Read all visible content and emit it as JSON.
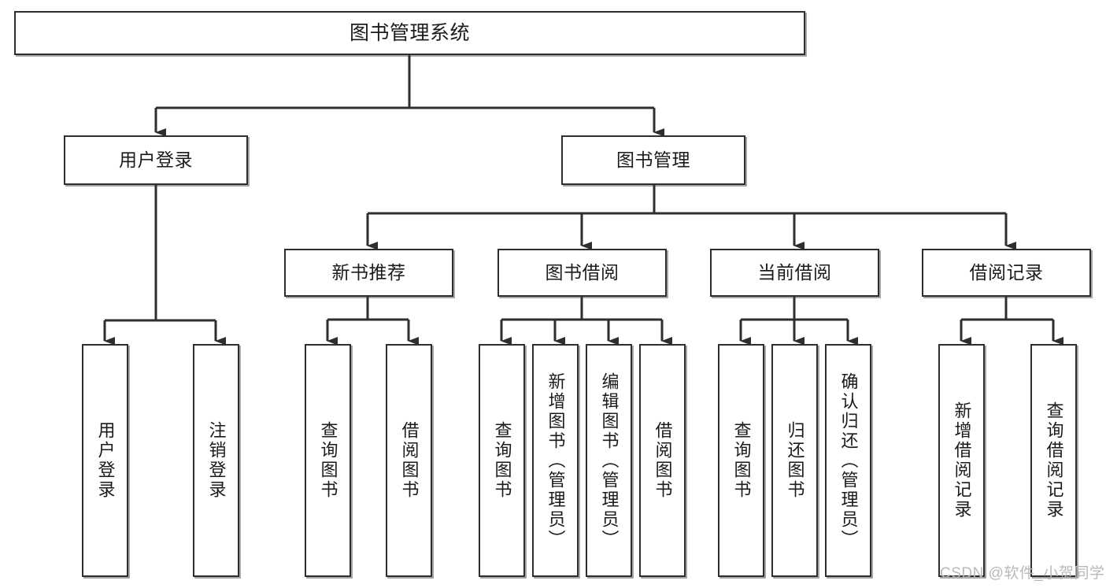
{
  "diagram": {
    "title": "图书管理系统",
    "type": "tree-hierarchy-diagram",
    "colors": {
      "box_border": "#2e2e2e",
      "box_fill": "#ffffff",
      "edge": "#2e2e2e",
      "text": "#1b1b1b",
      "watermark": "#b9b9b9"
    },
    "nodes": {
      "root": {
        "label": "图书管理系统"
      },
      "level2": [
        {
          "label": "用户登录"
        },
        {
          "label": "图书管理"
        }
      ],
      "level3": [
        {
          "label": "新书推荐"
        },
        {
          "label": "图书借阅"
        },
        {
          "label": "当前借阅"
        },
        {
          "label": "借阅记录"
        }
      ],
      "leaves": {
        "user_login": [
          {
            "label": "用户登录"
          },
          {
            "label": "注销登录"
          }
        ],
        "new_book_recommend": [
          {
            "label": "查询图书"
          },
          {
            "label": "借阅图书"
          }
        ],
        "book_borrow": [
          {
            "label": "查询图书"
          },
          {
            "label": "新增图书（管理员）"
          },
          {
            "label": "编辑图书（管理员）"
          },
          {
            "label": "借阅图书"
          }
        ],
        "current_borrow": [
          {
            "label": "查询图书"
          },
          {
            "label": "归还图书"
          },
          {
            "label": "确认归还（管理员）"
          }
        ],
        "borrow_record": [
          {
            "label": "新增借阅记录"
          },
          {
            "label": "查询借阅记录"
          }
        ]
      }
    },
    "watermark": "CSDN @软件_小贺同学"
  }
}
